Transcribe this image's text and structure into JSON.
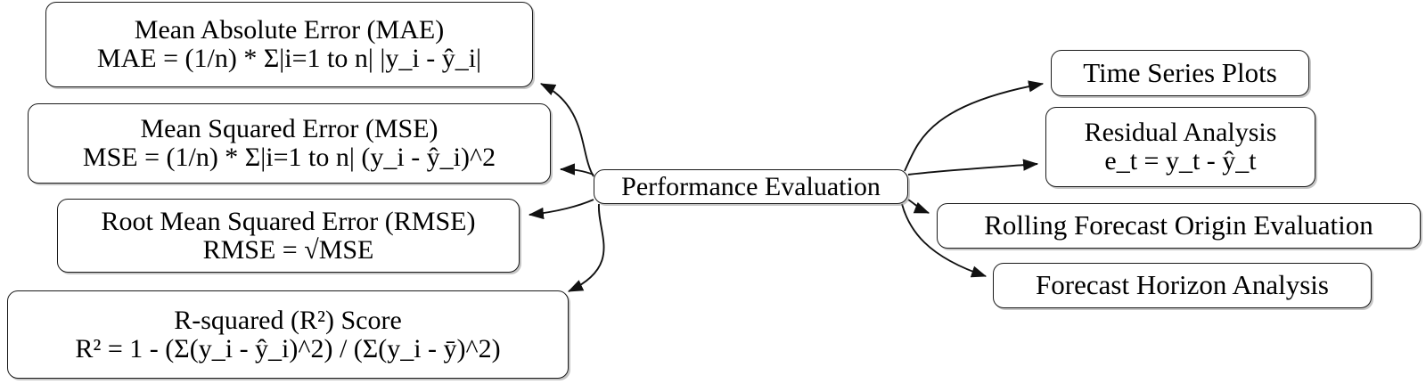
{
  "diagram": {
    "title": "Performance Evaluation",
    "type": "node-edge flowchart",
    "center": {
      "id": "performance-evaluation",
      "label": "Performance Evaluation"
    },
    "metrics": [
      {
        "id": "mae",
        "line1": "Mean Absolute Error (MAE)",
        "line2": "MAE = (1/n) * Σ|i=1 to n| |y_i - ŷ_i|"
      },
      {
        "id": "mse",
        "line1": "Mean Squared Error (MSE)",
        "line2": "MSE = (1/n) * Σ|i=1 to n| (y_i - ŷ_i)^2"
      },
      {
        "id": "rmse",
        "line1": "Root Mean Squared Error (RMSE)",
        "line2": "RMSE = √MSE"
      },
      {
        "id": "r-squared",
        "line1": "R-squared (R²) Score",
        "line2": "R² = 1 - (Σ(y_i - ŷ_i)^2) / (Σ(y_i - ȳ)^2)"
      }
    ],
    "methods": [
      {
        "id": "time-series-plots",
        "line1": "Time Series Plots",
        "line2": ""
      },
      {
        "id": "residual-analysis",
        "line1": "Residual Analysis",
        "line2": "e_t = y_t - ŷ_t"
      },
      {
        "id": "rolling-forecast-origin-evaluation",
        "line1": "Rolling Forecast Origin Evaluation",
        "line2": ""
      },
      {
        "id": "forecast-horizon-analysis",
        "line1": "Forecast Horizon Analysis",
        "line2": ""
      }
    ],
    "colors": {
      "stroke": "#1a1a1a",
      "fill": "#ffffff",
      "text": "#000000",
      "shadow": "#969696"
    },
    "edges": [
      {
        "from": "performance-evaluation",
        "to": "mae"
      },
      {
        "from": "performance-evaluation",
        "to": "mse"
      },
      {
        "from": "performance-evaluation",
        "to": "rmse"
      },
      {
        "from": "performance-evaluation",
        "to": "r-squared"
      },
      {
        "from": "performance-evaluation",
        "to": "time-series-plots"
      },
      {
        "from": "performance-evaluation",
        "to": "residual-analysis"
      },
      {
        "from": "performance-evaluation",
        "to": "rolling-forecast-origin-evaluation"
      },
      {
        "from": "performance-evaluation",
        "to": "forecast-horizon-analysis"
      }
    ]
  }
}
